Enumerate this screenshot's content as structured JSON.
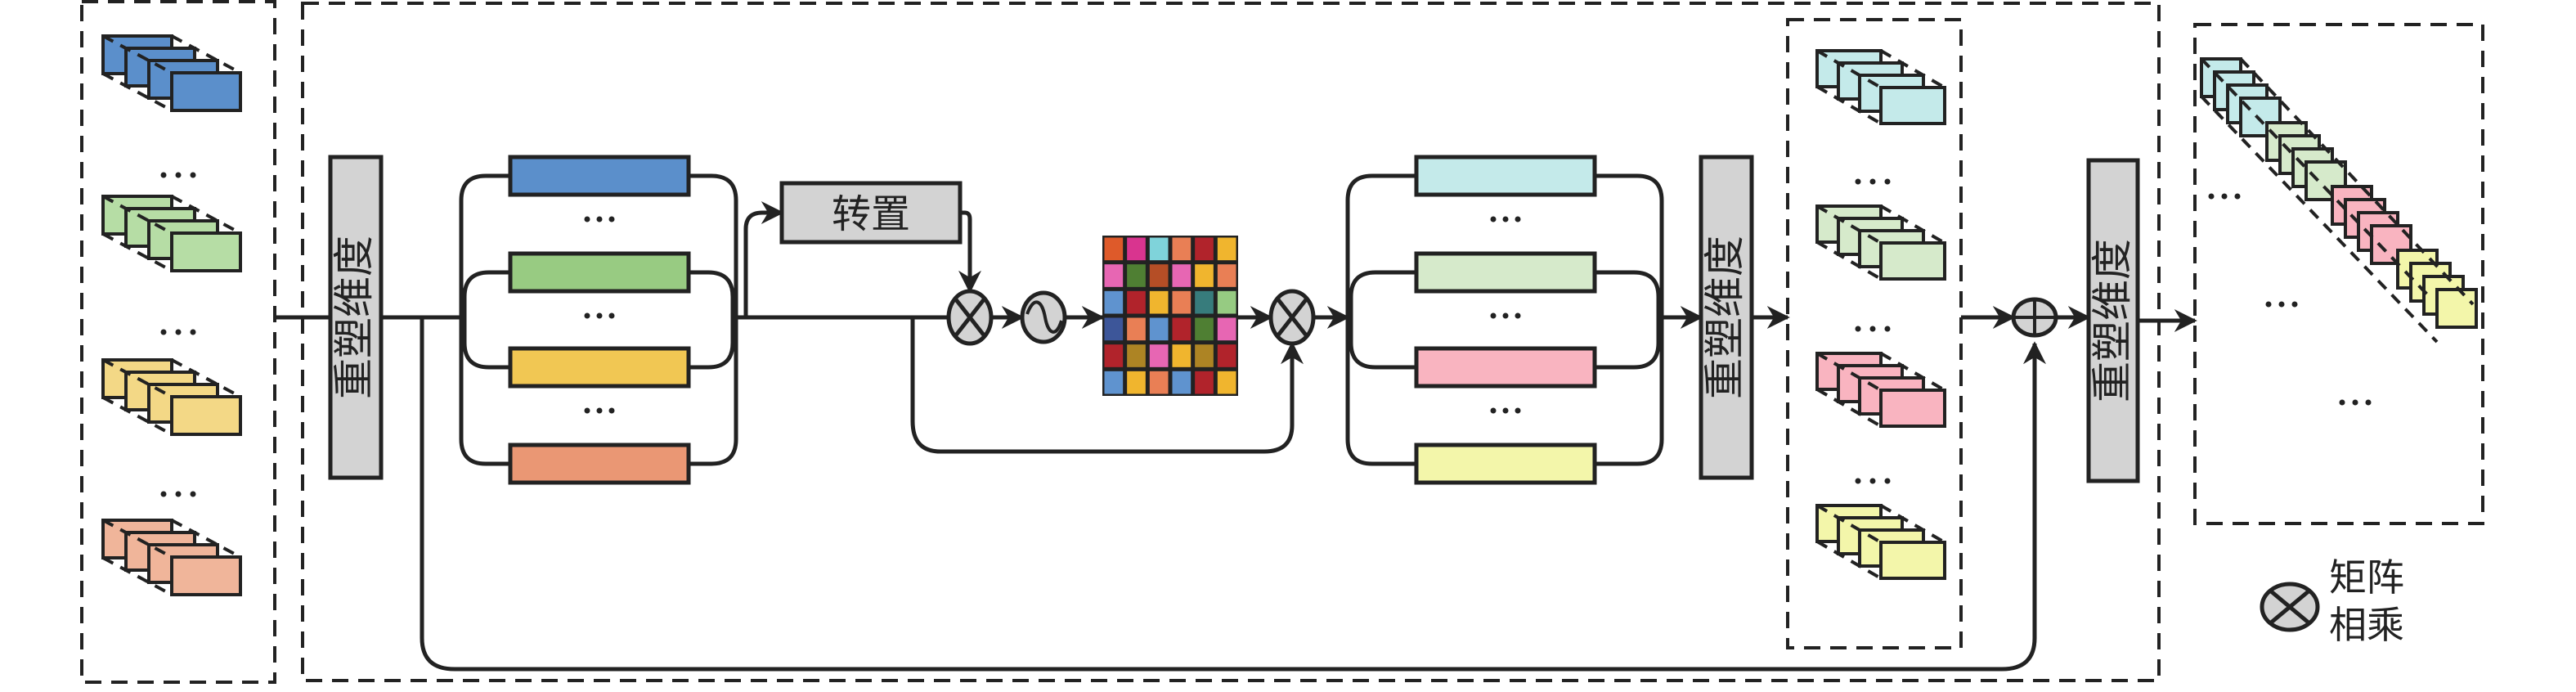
{
  "labels": {
    "reshape_1": "重塑维度",
    "reshape_2": "重塑维度",
    "reshape_3": "重塑维度",
    "transpose": "转置",
    "ellipsis": "···",
    "legend_line1": "矩阵",
    "legend_line2": "相乘"
  },
  "legend": {
    "symbol": "matrix-multiply-icon",
    "meaning": "矩阵相乘"
  },
  "colors": {
    "input_groups": [
      "#5B8FCB",
      "#B6DDA5",
      "#F3D886",
      "#F0B59A"
    ],
    "branch_bars_1": [
      "#5B8FCB",
      "#98CB82",
      "#F1C753",
      "#EA9774"
    ],
    "branch_bars_2": [
      "#C4EAEA",
      "#D6EACB",
      "#F9B4C0",
      "#F3F6AA"
    ],
    "output_groups": [
      "#C4EAEA",
      "#D6EACB",
      "#F9B4C0",
      "#F3F6AA"
    ],
    "reshape_fill": "#D3D3D3",
    "operator_fill": "#D3D3D3"
  },
  "attention_matrix": [
    [
      "#DE5A2A",
      "#D9348F",
      "#7FD3DA",
      "#E97F55",
      "#B1232B",
      "#F0B52E"
    ],
    [
      "#E766B3",
      "#4F7F33",
      "#B54E26",
      "#E766B3",
      "#F0B52E",
      "#E97F55"
    ],
    [
      "#5F93CF",
      "#B1232B",
      "#F0B52E",
      "#E97F55",
      "#377C7C",
      "#96CB82"
    ],
    [
      "#3D5699",
      "#E97F55",
      "#5F93CF",
      "#B1232B",
      "#4F7F33",
      "#E766B3"
    ],
    [
      "#B1232B",
      "#AD8424",
      "#E766B3",
      "#F0B52E",
      "#AD8424",
      "#B1232B"
    ],
    [
      "#5F93CF",
      "#F0B52E",
      "#E97F55",
      "#5F93CF",
      "#B1232B",
      "#F0B52E"
    ]
  ]
}
